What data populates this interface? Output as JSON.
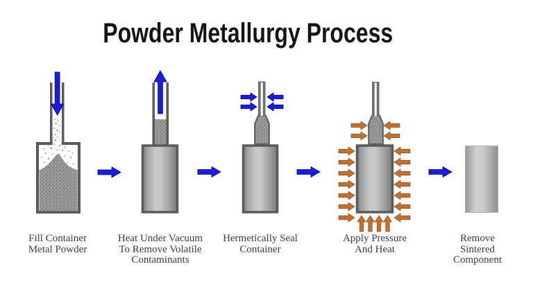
{
  "title": "Powder Metallurgy Process",
  "colors": {
    "arrow_blue": "#1d1dd3",
    "arrow_blue_outline": "#00008b",
    "arrow_orange": "#c2702f",
    "arrow_orange_outline": "#8a4a1c",
    "container_wall": "#5a5a5a",
    "powder_gray": "#9c9c9c",
    "label_text": "#3c3c3c",
    "title_text": "#141414"
  },
  "stages": [
    {
      "name": "fill-container",
      "label": "Fill Container\nMetal Powder"
    },
    {
      "name": "heat-under-vacuum",
      "label": "Heat Under Vacuum\nTo Remove Volatile\nContaminants"
    },
    {
      "name": "hermetically-seal",
      "label": "Hermetically Seal\nContainer"
    },
    {
      "name": "apply-pressure-heat",
      "label": "Apply Pressure\nAnd Heat"
    },
    {
      "name": "remove-sintered",
      "label": "Remove\nSintered\nComponent"
    }
  ]
}
